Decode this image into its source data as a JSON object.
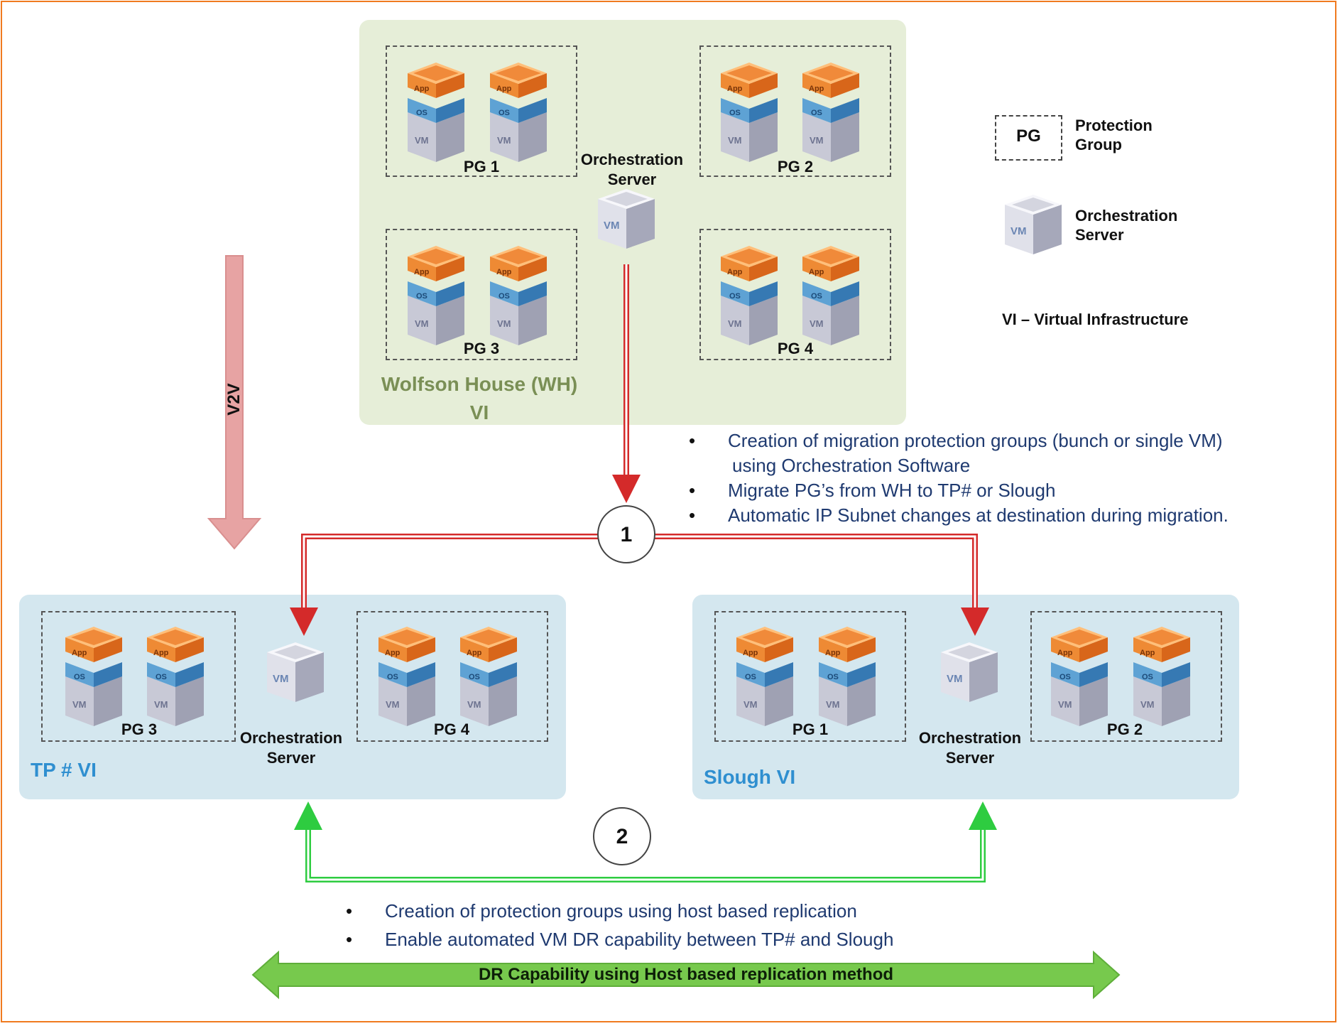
{
  "wh_panel": {
    "site_label": "Wolfson House (WH)",
    "site_sublabel": "VI",
    "groups": [
      {
        "label": "PG 1"
      },
      {
        "label": "PG 2"
      },
      {
        "label": "PG 3"
      },
      {
        "label": "PG 4"
      }
    ],
    "orch_label_1": "Orchestration",
    "orch_label_2": "Server"
  },
  "tp_panel": {
    "site_label": "TP # VI",
    "groups": [
      {
        "label": "PG 3"
      },
      {
        "label": "PG 4"
      }
    ],
    "orch_label_1": "Orchestration",
    "orch_label_2": "Server"
  },
  "slough_panel": {
    "site_label": "Slough VI",
    "groups": [
      {
        "label": "PG 1"
      },
      {
        "label": "PG 2"
      }
    ],
    "orch_label_1": "Orchestration",
    "orch_label_2": "Server"
  },
  "legend": {
    "pg_box_text": "PG",
    "pg_desc_1": "Protection",
    "pg_desc_2": "Group",
    "orch_desc_1": "Orchestration",
    "orch_desc_2": "Server",
    "vi_def": "VI – Virtual Infrastructure"
  },
  "v2v_label": "V2V",
  "step1": {
    "number": "1",
    "bullets": [
      "Creation of migration protection groups (bunch or single VM)",
      "Migrate PG’s from WH to TP# or Slough",
      "Automatic IP Subnet changes at destination during migration."
    ],
    "bullet1_cont": "using Orchestration Software"
  },
  "step2": {
    "number": "2",
    "bullets": [
      "Creation of protection groups using host based replication",
      "Enable automated VM DR capability between TP# and Slough"
    ]
  },
  "dr_arrow_label": "DR Capability using Host based replication method",
  "icon_text": {
    "app": "App",
    "os": "OS",
    "vm": "VM"
  },
  "colors": {
    "frame": "#f07a1f",
    "wh_panel": "#e6eed8",
    "site_panel": "#d4e7ef",
    "migration_arrow": "#d42a2a",
    "dr_arrow_green": "#2ecc40",
    "v2v_arrow": "#e7a3a3",
    "dr_banner": "#77c94d"
  }
}
